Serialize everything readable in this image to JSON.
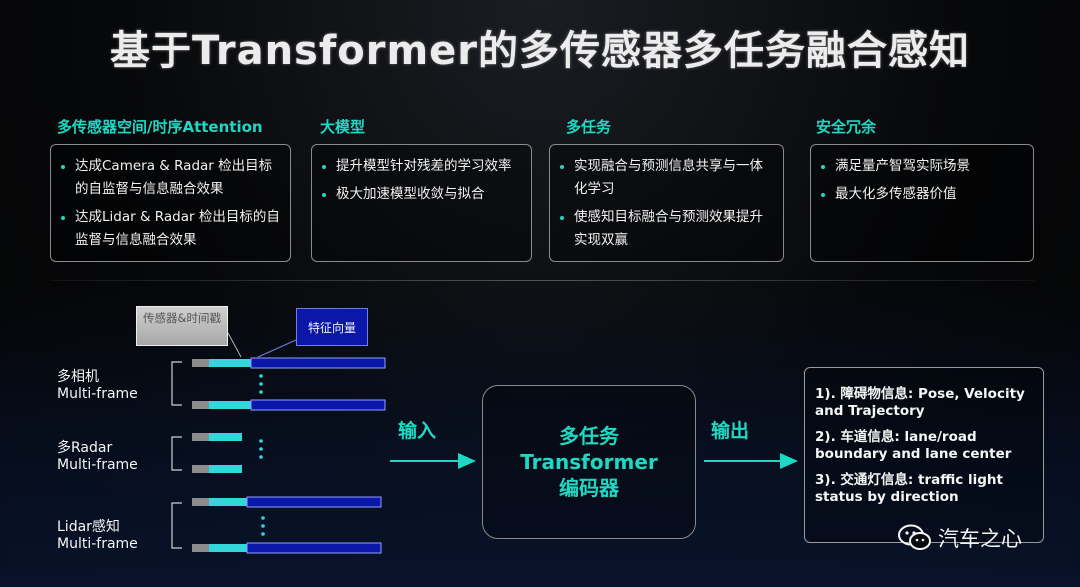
{
  "title": "基于Transformer的多传感器多任务融合感知",
  "columns": [
    {
      "heading": "多传感器空间/时序Attention",
      "items": [
        "达成Camera & Radar 检出目标的自监督与信息融合效果",
        "达成Lidar & Radar 检出目标的自监督与信息融合效果"
      ]
    },
    {
      "heading": "大模型",
      "items": [
        "提升模型针对残差的学习效率",
        "极大加速模型收敛与拟合"
      ]
    },
    {
      "heading": "多任务",
      "items": [
        "实现融合与预测信息共享与一体化学习",
        "使感知目标融合与预测效果提升实现双赢"
      ]
    },
    {
      "heading": "安全冗余",
      "items": [
        "满足量产智驾实际场景",
        "最大化多传感器价值"
      ]
    }
  ],
  "diagram": {
    "callout_sensor": "传感器&时间戳",
    "callout_feature": "特征向量",
    "inputs": [
      {
        "line1": "多相机",
        "line2": "Multi-frame"
      },
      {
        "line1": "多Radar",
        "line2": "Multi-frame"
      },
      {
        "line1": "Lidar感知",
        "line2": "Multi-frame"
      }
    ],
    "input_label": "输入",
    "output_label": "输出",
    "center": {
      "line1": "多任务",
      "line2": "Transformer",
      "line3": "编码器"
    },
    "outputs": [
      "1). 障碍物信息: Pose, Velocity and Trajectory",
      "2). 车道信息: lane/road boundary and lane center",
      "3). 交通灯信息: traffic light status by direction"
    ]
  },
  "watermark": "汽车之心",
  "colors": {
    "accent": "#1fd8c4",
    "feature_blue": "#0a17a8",
    "segment_cyan": "#33d6da"
  }
}
